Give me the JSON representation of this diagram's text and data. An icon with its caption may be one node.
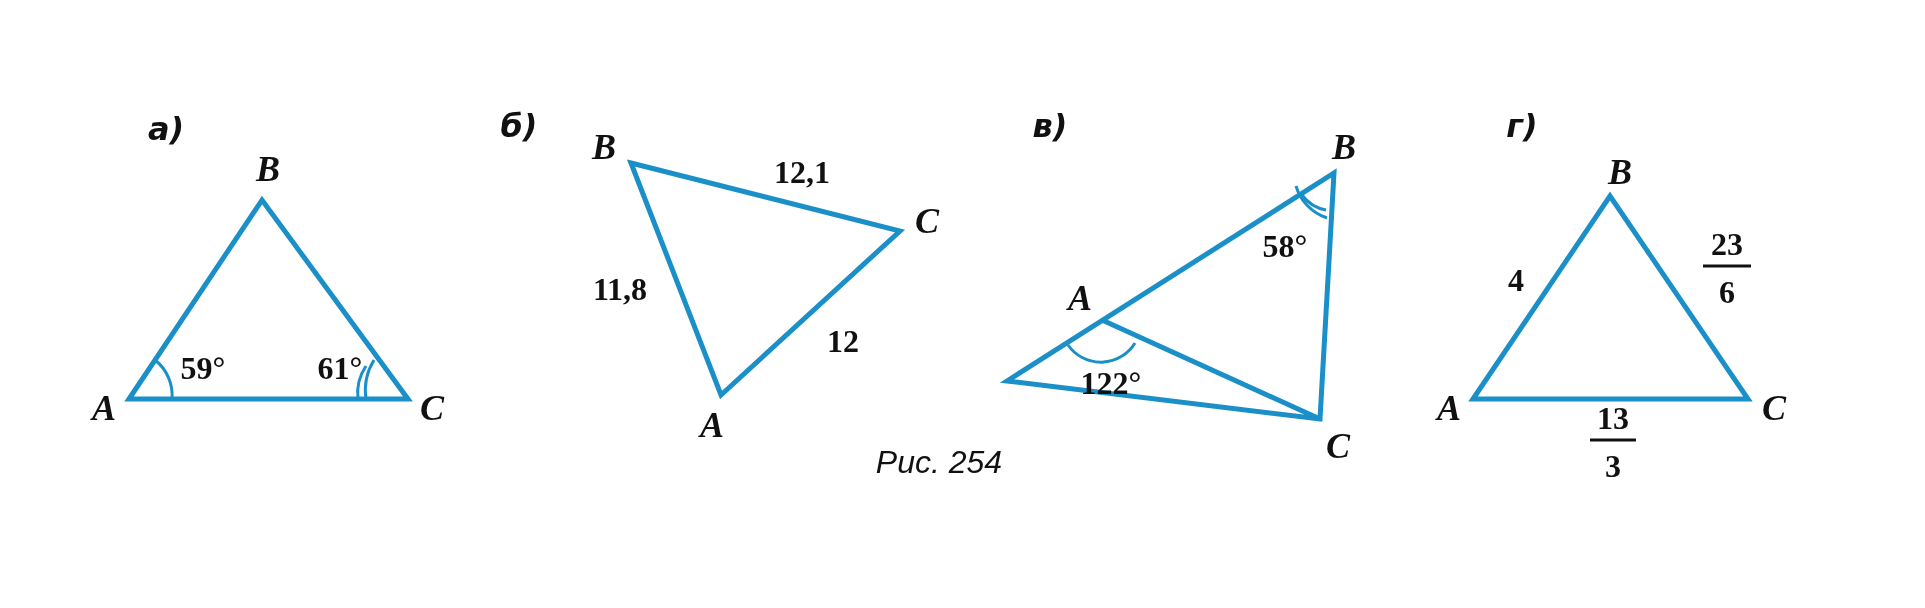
{
  "diagram": {
    "caption": "Рис. 254",
    "labels": [
      "а)",
      "B",
      "59°",
      "61°",
      "A",
      "C",
      "б)",
      "B",
      "12,1",
      "C",
      "11,8",
      "12",
      "A",
      "в)",
      "B",
      "58°",
      "A",
      "122°",
      "C",
      "г)",
      "B",
      "4",
      "23",
      "6",
      "A",
      "C",
      "13",
      "3"
    ]
  }
}
